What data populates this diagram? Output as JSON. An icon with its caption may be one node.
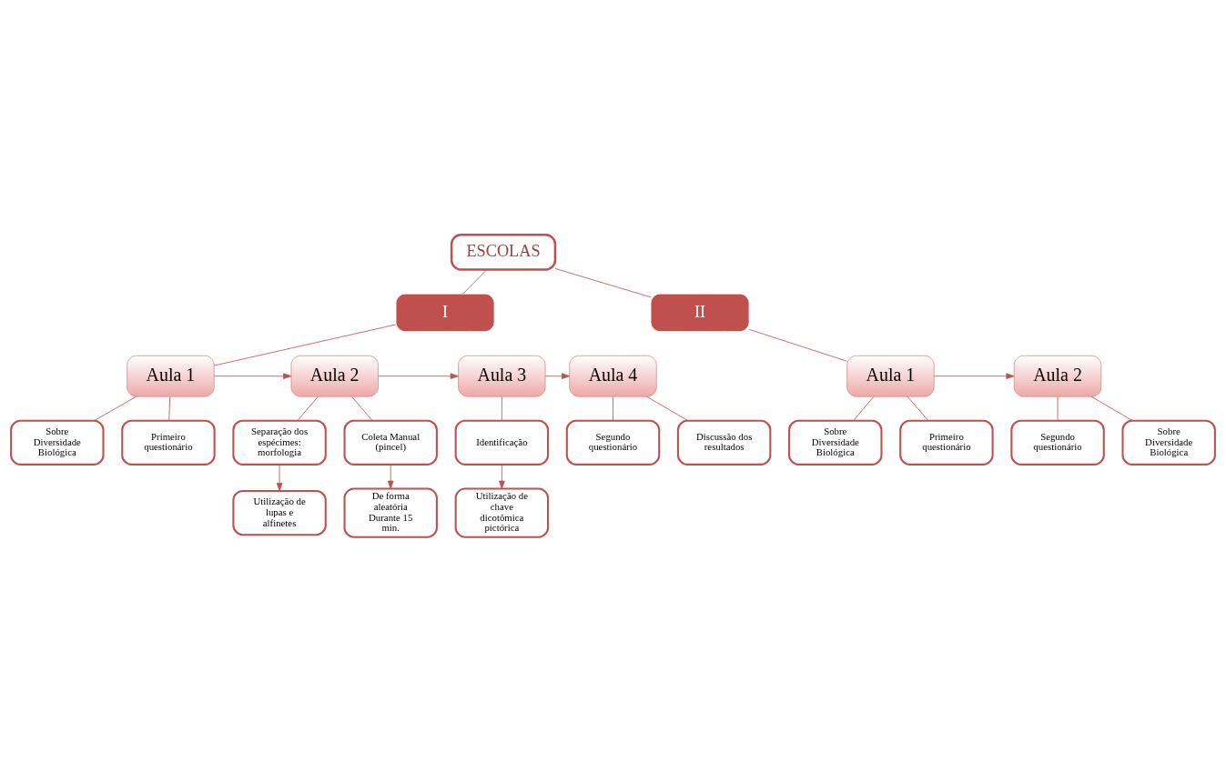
{
  "diagram": {
    "nodes": [
      {
        "text": [
          "ESCOLAS"
        ]
      },
      {
        "text": [
          "I"
        ]
      },
      {
        "text": [
          "II"
        ]
      },
      {
        "text": [
          "Aula 1"
        ]
      },
      {
        "text": [
          "Aula 2"
        ]
      },
      {
        "text": [
          "Aula 3"
        ]
      },
      {
        "text": [
          "Aula 4"
        ]
      },
      {
        "text": [
          "Primeiro questionário"
        ]
      },
      {
        "text": [
          "Sobre Diversidade Biológica"
        ]
      },
      {
        "text": [
          "Coleta Manual (pincel)"
        ]
      },
      {
        "text": [
          "De forma aleatória Durante 15 min."
        ]
      },
      {
        "text": [
          "Separação dos espécimes: morfologia"
        ]
      },
      {
        "text": [
          "Utilização de lupas e alfinetes"
        ]
      },
      {
        "text": [
          "Identificação"
        ]
      },
      {
        "text": [
          "Utilização de chave dicotômica pictórica"
        ]
      },
      {
        "text": [
          "Discussão dos resultados"
        ]
      },
      {
        "text": [
          "Segundo questionário"
        ]
      },
      {
        "text": [
          "Aula 1"
        ]
      },
      {
        "text": [
          "Aula 2"
        ]
      },
      {
        "text": [
          "Primeiro questionário"
        ]
      },
      {
        "text": [
          "Sobre Diversidade Biológica"
        ]
      },
      {
        "text": [
          "Sobre Diversidade Biológica"
        ]
      },
      {
        "text": [
          "Segundo questionário"
        ]
      }
    ],
    "edges": [
      {
        "from": 0,
        "to": 1,
        "arrow": "none"
      },
      {
        "from": 0,
        "to": 2,
        "arrow": "none"
      },
      {
        "from": 1,
        "to": 3,
        "arrow": "none"
      },
      {
        "from": 2,
        "to": 17,
        "arrow": "none"
      },
      {
        "from": 3,
        "to": 4,
        "arrow": "to"
      },
      {
        "from": 4,
        "to": 5,
        "arrow": "to"
      },
      {
        "from": 5,
        "to": 6,
        "arrow": "to"
      },
      {
        "from": 17,
        "to": 18,
        "arrow": "to"
      },
      {
        "from": 3,
        "to": 7,
        "arrow": "none"
      },
      {
        "from": 3,
        "to": 8,
        "arrow": "none"
      },
      {
        "from": 4,
        "to": 9,
        "arrow": "none"
      },
      {
        "from": 9,
        "to": 10,
        "arrow": "to"
      },
      {
        "from": 4,
        "to": 11,
        "arrow": "none"
      },
      {
        "from": 11,
        "to": 12,
        "arrow": "to"
      },
      {
        "from": 5,
        "to": 13,
        "arrow": "none"
      },
      {
        "from": 13,
        "to": 14,
        "arrow": "to"
      },
      {
        "from": 6,
        "to": 15,
        "arrow": "none"
      },
      {
        "from": 6,
        "to": 16,
        "arrow": "none"
      },
      {
        "from": 17,
        "to": 19,
        "arrow": "none"
      },
      {
        "from": 17,
        "to": 20,
        "arrow": "none"
      },
      {
        "from": 18,
        "to": 21,
        "arrow": "none"
      },
      {
        "from": 18,
        "to": 22,
        "arrow": "none"
      }
    ]
  }
}
